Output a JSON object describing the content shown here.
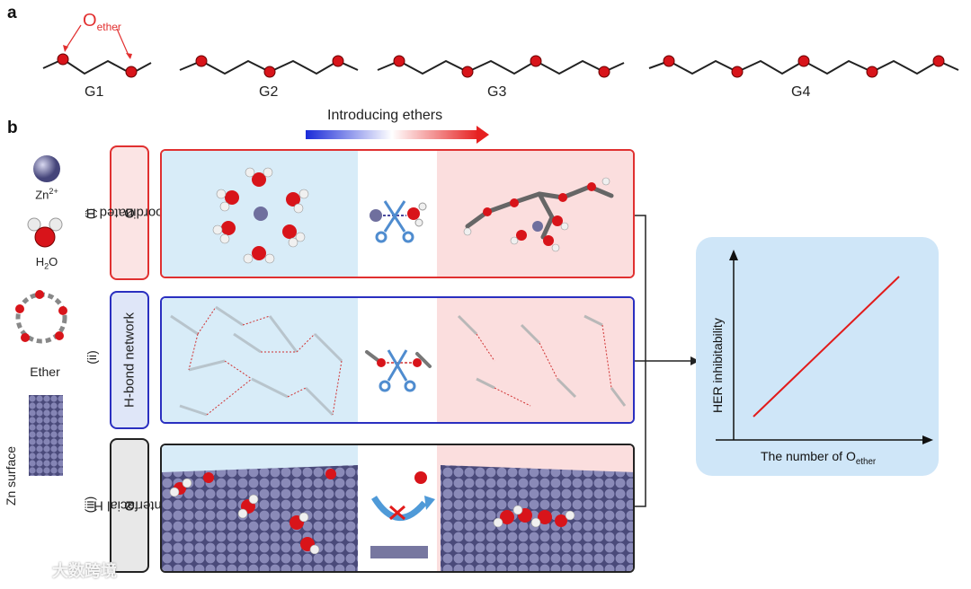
{
  "panel_a": {
    "letter": "a",
    "annotation": {
      "o_text": "O",
      "o_sub": "ether"
    },
    "molecules": [
      {
        "label": "G1",
        "oxygens": 2
      },
      {
        "label": "G2",
        "oxygens": 3
      },
      {
        "label": "G3",
        "oxygens": 4
      },
      {
        "label": "G4",
        "oxygens": 5
      }
    ]
  },
  "panel_b": {
    "letter": "b",
    "arrow_title": "Introducing ethers",
    "legend": [
      {
        "label": "Zn",
        "sup": "2+"
      },
      {
        "label_pre": "H",
        "label_sub": "2",
        "label_post": "O"
      },
      {
        "label": "Ether"
      },
      {
        "label": "Zn surface"
      }
    ],
    "rows": [
      {
        "num": "(i)",
        "tag_pre": "Coordinated H",
        "tag_sub": "2",
        "tag_post": "O",
        "color": "#e03030"
      },
      {
        "num": "(ii)",
        "tag_pre": "H-bond network",
        "tag_sub": "",
        "tag_post": "",
        "color": "#2a2fc0"
      },
      {
        "num": "(iii)",
        "tag_pre": "Interfacial H",
        "tag_sub": "2",
        "tag_post": "O",
        "color": "#222222"
      }
    ],
    "result": {
      "ylabel": "HER inhibitability",
      "xlabel_pre": "The number of O",
      "xlabel_sub": "ether"
    }
  },
  "watermark": "大数跨境",
  "colors": {
    "oxygen": "#d8141a",
    "hydrogen": "#f2f2f2",
    "zinc": "#6f6f9e",
    "red_line": "#e21b1b"
  }
}
